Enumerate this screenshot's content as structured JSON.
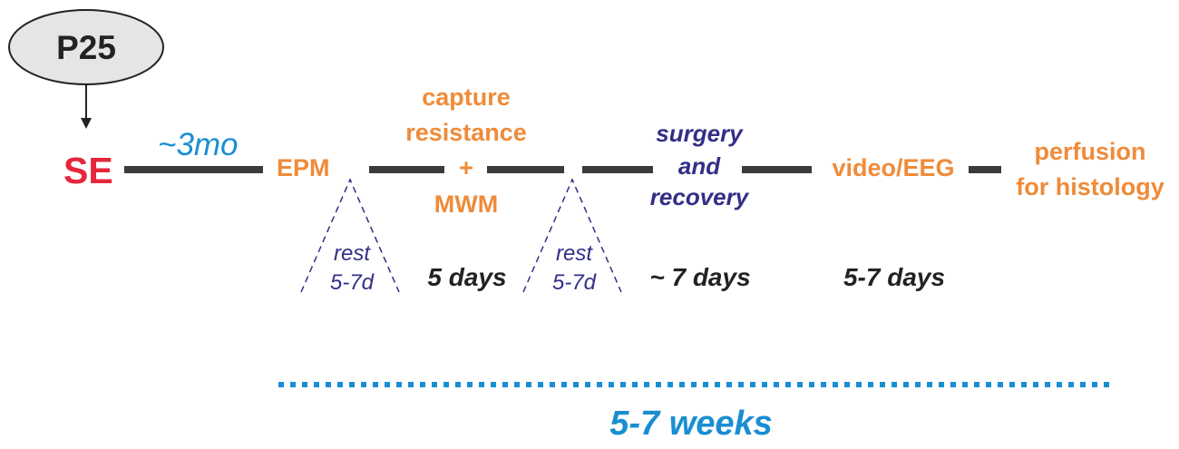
{
  "start": {
    "age": "P25",
    "event": "SE",
    "interval": "~3mo"
  },
  "stages": {
    "epm": "EPM",
    "capture": [
      "capture",
      "resistance",
      "+",
      "MWM"
    ],
    "surgery": [
      "surgery",
      "and",
      "recovery"
    ],
    "video": "video/EEG",
    "perfusion": [
      "perfusion",
      "for histology"
    ]
  },
  "rest_periods": [
    {
      "line1": "rest",
      "line2": "5-7d"
    },
    {
      "line1": "rest",
      "line2": "5-7d"
    }
  ],
  "durations": {
    "capture": "5 days",
    "surgery": "~ 7 days",
    "video": "5-7 days"
  },
  "total_span": "5-7 weeks",
  "colors": {
    "task": "#ef8b39",
    "procedure": "#332f86",
    "duration": "#222222",
    "interval": "#1a8ed3",
    "event": "#e5263b",
    "timeline": "#3b3b3b"
  }
}
